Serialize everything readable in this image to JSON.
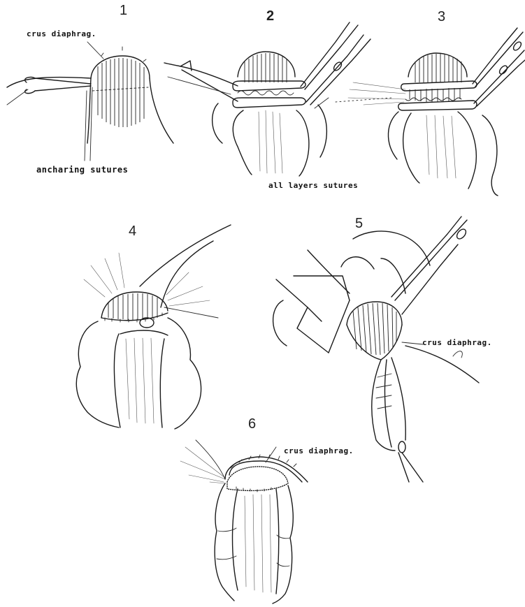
{
  "panels": [
    {
      "number": "1"
    },
    {
      "number": "2"
    },
    {
      "number": "3"
    },
    {
      "number": "4"
    },
    {
      "number": "5"
    },
    {
      "number": "6"
    }
  ],
  "labels": {
    "crus_1": "crus diaphrag.",
    "anchoring": "ancharing sutures",
    "all_layers": "all layers sutures",
    "crus_5": "crus diaphrag.",
    "crus_6": "crus diaphrag."
  }
}
